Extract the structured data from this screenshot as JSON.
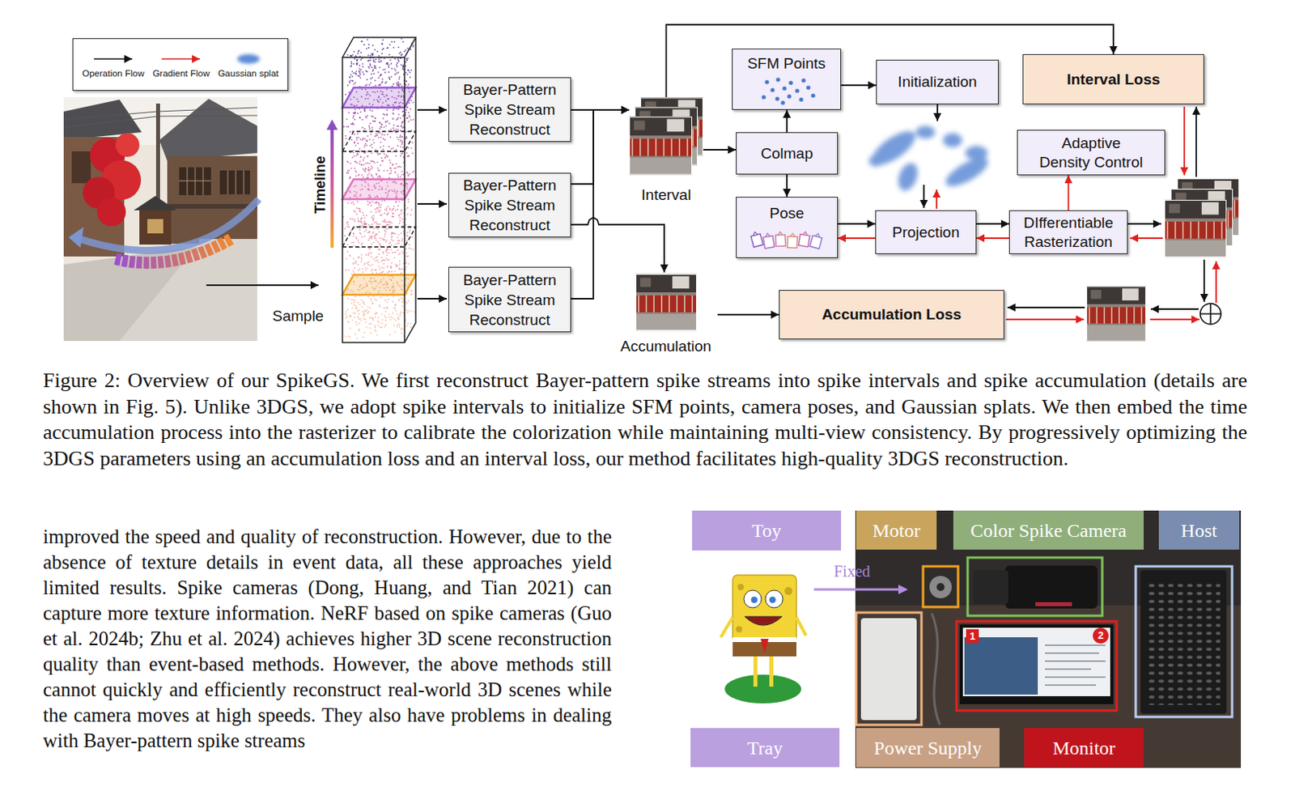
{
  "diagram": {
    "caption": "Figure 2: Overview of our SpikeGS. We first reconstruct Bayer-pattern spike streams into spike intervals and spike accumulation (details are shown in Fig. 5). Unlike 3DGS, we adopt spike intervals to initialize SFM points, camera poses, and Gaussian splats. We then embed the time accumulation process into the rasterizer to calibrate the colorization while maintaining multi-view consistency. By progressively optimizing the 3DGS parameters using an accumulation loss and an interval loss, our method facilitates high-quality 3DGS reconstruction.",
    "nodes": [
      {
        "text": [
          "Bayer-Pattern Spike Stream Reconstruct"
        ]
      },
      {
        "text": [
          "Bayer-Pattern Spike Stream Reconstruct"
        ]
      },
      {
        "text": [
          "Bayer-Pattern Spike Stream Reconstruct"
        ]
      },
      {
        "text": [
          "Interval"
        ]
      },
      {
        "text": [
          "Accumulation"
        ]
      },
      {
        "text": [
          "SFM Points"
        ]
      },
      {
        "text": [
          "Colmap"
        ]
      },
      {
        "text": [
          "Pose"
        ]
      },
      {
        "text": [
          "Initialization"
        ]
      },
      {
        "text": [
          "Projection"
        ]
      },
      {
        "text": [
          "Interval Loss"
        ]
      },
      {
        "text": [
          "Adaptive Density Control"
        ]
      },
      {
        "text": [
          "DIfferentiable Rasterization"
        ]
      },
      {
        "text": [
          "Accumulation Loss"
        ]
      },
      {
        "text": [
          "Toy"
        ]
      },
      {
        "text": [
          "Motor"
        ]
      },
      {
        "text": [
          "Color Spike Camera"
        ]
      },
      {
        "text": [
          "Host"
        ]
      },
      {
        "text": [
          "Tray"
        ]
      },
      {
        "text": [
          "Power Supply"
        ]
      },
      {
        "text": [
          "Monitor"
        ]
      }
    ],
    "edges": [
      {
        "from": 0,
        "to": 3,
        "arrow": "to"
      },
      {
        "from": 1,
        "to": 3,
        "arrow": "to"
      },
      {
        "from": 2,
        "to": 3,
        "arrow": "to"
      },
      {
        "from": 1,
        "to": 4,
        "arrow": "to"
      },
      {
        "from": 3,
        "to": 6,
        "arrow": "to"
      },
      {
        "from": 3,
        "to": 10,
        "arrow": "to"
      },
      {
        "from": 6,
        "to": 5,
        "arrow": "to"
      },
      {
        "from": 6,
        "to": 7,
        "arrow": "to"
      },
      {
        "from": 5,
        "to": 8,
        "arrow": "to"
      },
      {
        "from": 7,
        "to": 9,
        "arrow": "to"
      },
      {
        "from": 9,
        "to": 7,
        "arrow": "to"
      },
      {
        "from": 9,
        "to": 12,
        "arrow": "to"
      },
      {
        "from": 12,
        "to": 9,
        "arrow": "to"
      },
      {
        "from": 12,
        "to": 11,
        "arrow": "to"
      },
      {
        "from": 4,
        "to": 13,
        "arrow": "to"
      }
    ],
    "labels": [
      "Timeline",
      "Sample",
      "Fixed",
      "1",
      "2",
      "improved the speed and quality of reconstruction. However, due to the absence of texture details in event data, all these approaches yield limited results. Spike cameras (Dong, Huang, and Tian 2021) can capture more texture information. NeRF based on spike cameras (Guo et al. 2024b; Zhu et al. 2024) achieves higher 3D scene reconstruction quality than event-based methods. However, the above methods still cannot quickly and efficiently reconstruct real-world 3D scenes while the camera moves at high speeds. They also have problems in dealing with Bayer-pattern spike streams"
    ],
    "legend": [
      {
        "text": "Operation Flow"
      },
      {
        "text": "Gradient Flow"
      },
      {
        "text": "Gaussian splat",
        "color": "#5b8bd8"
      }
    ]
  }
}
